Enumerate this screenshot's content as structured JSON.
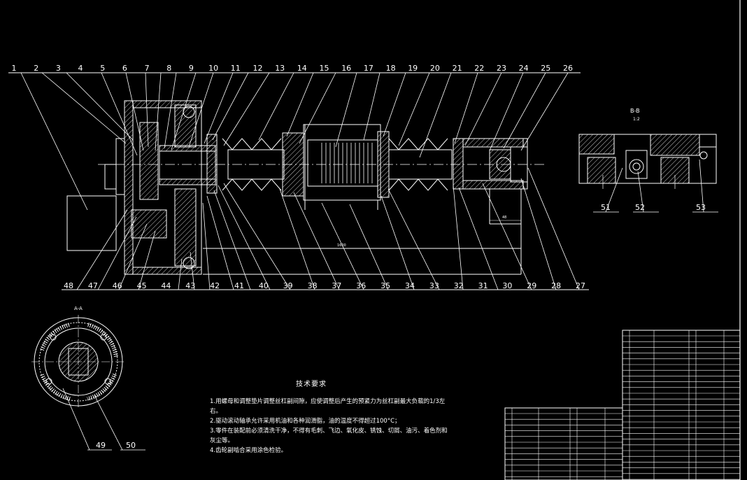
{
  "drawing": {
    "balloons_top": [
      "1",
      "2",
      "3",
      "4",
      "5",
      "6",
      "7",
      "8",
      "9",
      "10",
      "11",
      "12",
      "13",
      "14",
      "15",
      "16",
      "17",
      "18",
      "19",
      "20",
      "21",
      "22",
      "23",
      "24",
      "25",
      "26"
    ],
    "balloons_bottom": [
      "48",
      "47",
      "46",
      "45",
      "44",
      "43",
      "42",
      "41",
      "40",
      "39",
      "38",
      "37",
      "36",
      "35",
      "34",
      "33",
      "32",
      "31",
      "30",
      "29",
      "28",
      "27"
    ],
    "section_bb": {
      "title": "B-B",
      "scale": "1:2",
      "balloons": [
        "51",
        "52",
        "53"
      ]
    },
    "section_aa": {
      "title": "A-A",
      "balloons": [
        "49",
        "50"
      ]
    },
    "dimensions": [
      "1600",
      "48"
    ]
  },
  "notes": {
    "title": "技术要求",
    "lines": [
      "1.用螺母和调整垫片调整丝杠副间隙，应使调整后产生的预紧力为丝杠副最大负载的1/3左",
      "右。",
      "2.驱动滚动轴承允许采用机油和各种润滑脂，油的温度不得超过100°C；",
      "3.零件在装配前必须清洗干净，不得有毛刺、飞边、氧化皮、锈蚀、切屑、油污、着色剂和",
      "灰尘等。",
      "4.齿轮副啮合采用涂色检验。"
    ]
  },
  "colors": {
    "background": "#000000",
    "line": "#ffffff",
    "hatch": "#ffffff"
  }
}
